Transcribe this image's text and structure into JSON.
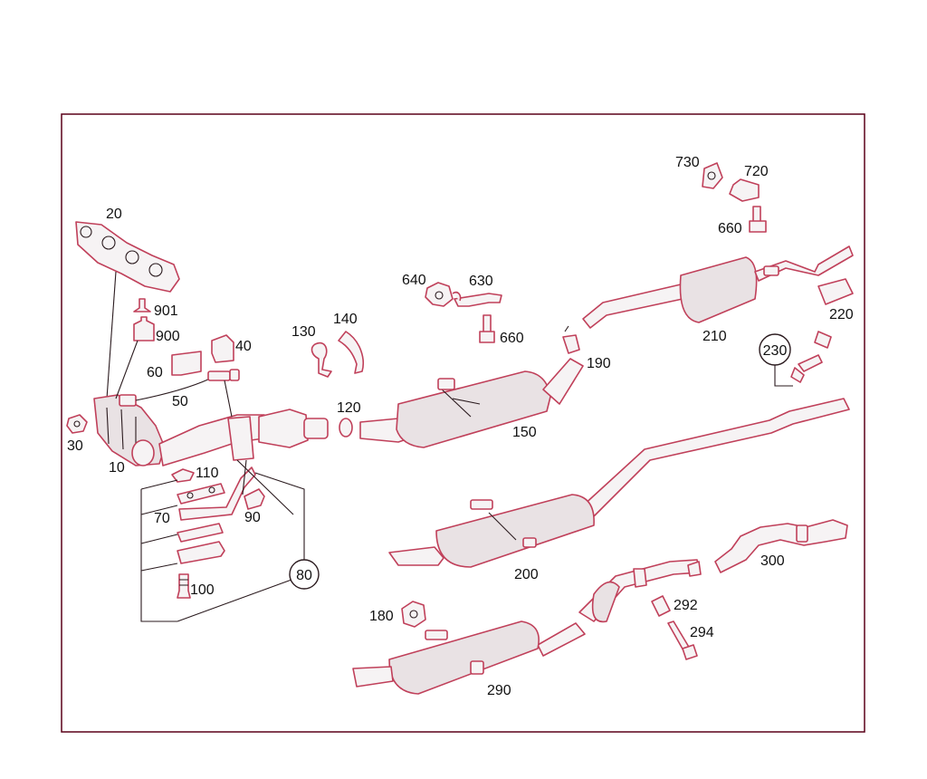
{
  "callouts": {
    "p10": "10",
    "p20": "20",
    "p30": "30",
    "p40": "40",
    "p50": "50",
    "p60": "60",
    "p70": "70",
    "p80": "80",
    "p90": "90",
    "p100": "100",
    "p110": "110",
    "p120": "120",
    "p130": "130",
    "p140": "140",
    "p150": "150",
    "p180": "180",
    "p190": "190",
    "p200": "200",
    "p210": "210",
    "p220": "220",
    "p230": "230",
    "p290": "290",
    "p292": "292",
    "p294": "294",
    "p300": "300",
    "p630": "630",
    "p640": "640",
    "p660a": "660",
    "p660b": "660",
    "p720": "720",
    "p730": "730",
    "p900": "900",
    "p901": "901"
  },
  "colors": {
    "frame": "#5a0018",
    "part_outline": "#c0405a",
    "leader": "#2a1a1e",
    "text": "#111111"
  }
}
